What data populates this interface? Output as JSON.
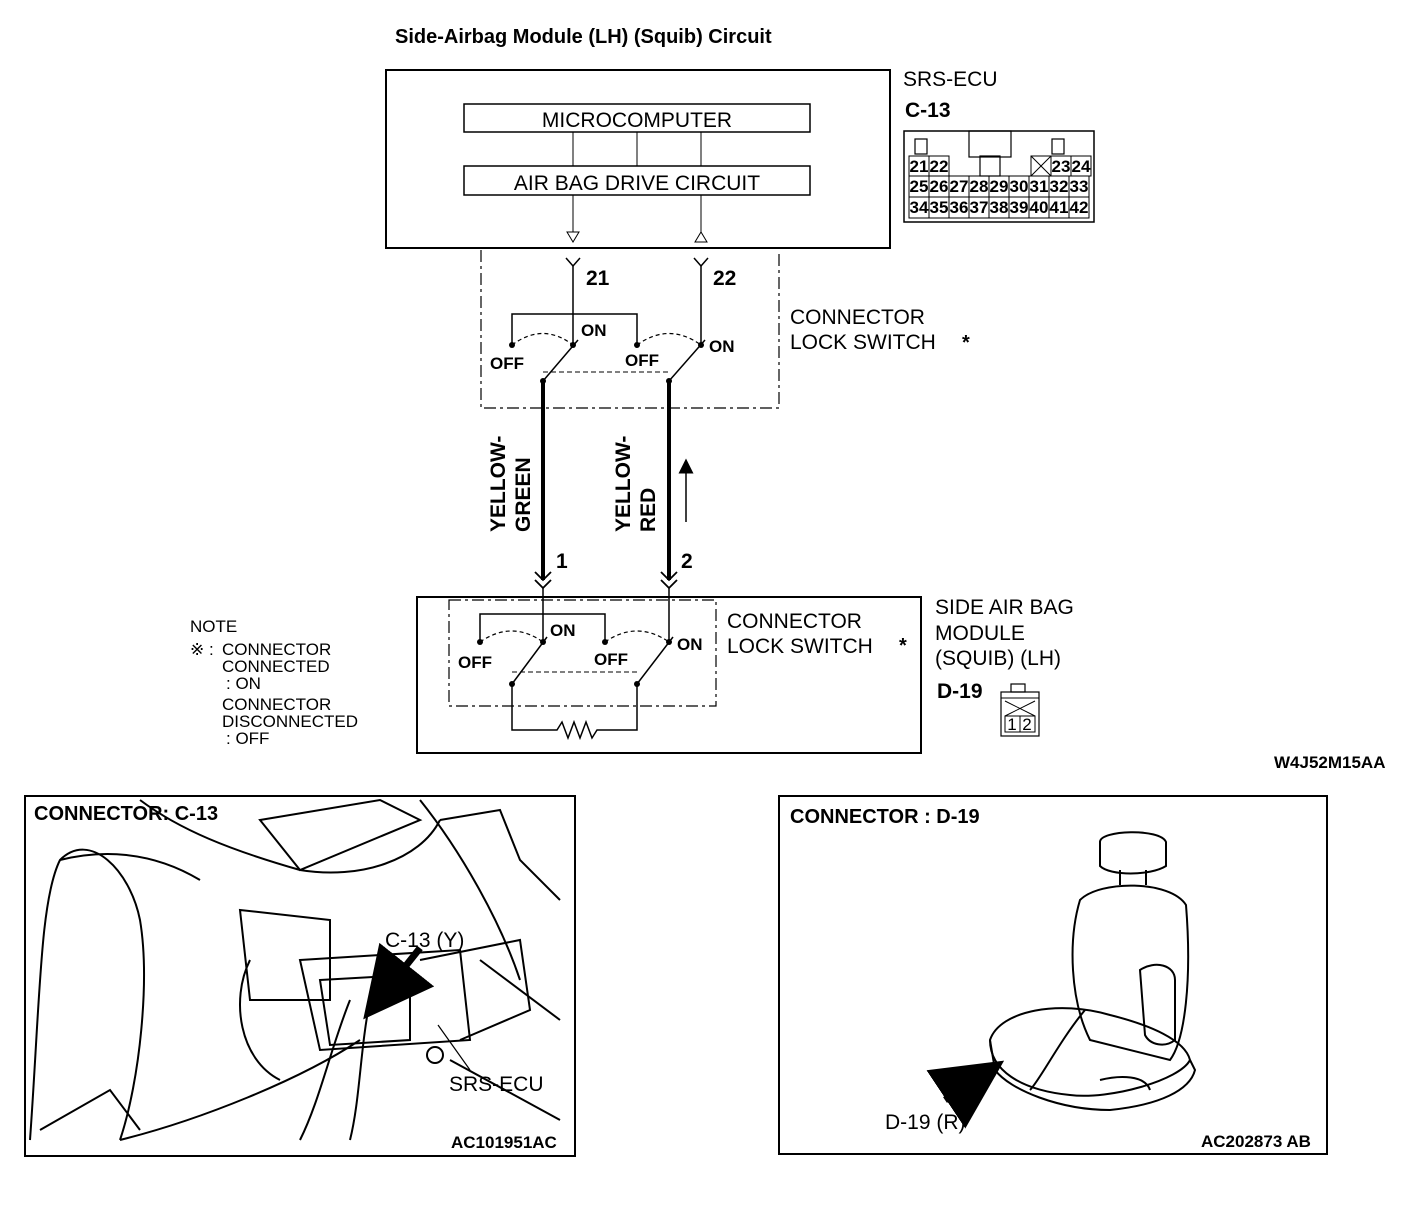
{
  "title": "Side-Airbag Module (LH) (Squib) Circuit",
  "ecu": {
    "name": "SRS-ECU",
    "connector": "C-13",
    "microcomputer": "MICROCOMPUTER",
    "drive_circuit": "AIR BAG DRIVE CIRCUIT",
    "pin_rows": [
      [
        "21",
        "22",
        "",
        "",
        "",
        "",
        "",
        "",
        "23",
        "24"
      ],
      [
        "25",
        "26",
        "27",
        "28",
        "29",
        "30",
        "31",
        "32",
        "33"
      ],
      [
        "34",
        "35",
        "36",
        "37",
        "38",
        "39",
        "40",
        "41",
        "42"
      ]
    ],
    "terminal_a": "21",
    "terminal_b": "22"
  },
  "connector_lock_switch": {
    "line1": "CONNECTOR",
    "line2": "LOCK SWITCH",
    "asterisk": "*",
    "on": "ON",
    "off": "OFF"
  },
  "wires": {
    "wire1_line1": "YELLOW-",
    "wire1_line2": "GREEN",
    "wire2_line1": "YELLOW-",
    "wire2_line2": "RED",
    "pin1": "1",
    "pin2": "2"
  },
  "module": {
    "line1": "SIDE AIR BAG",
    "line2": "MODULE",
    "line3": "(SQUIB) (LH)",
    "connector": "D-19",
    "pins": [
      "1",
      "2"
    ]
  },
  "note": {
    "heading": "NOTE",
    "symbol": "※ :",
    "line1": "CONNECTOR",
    "line2": "CONNECTED",
    "line3": ": ON",
    "line4": "CONNECTOR",
    "line5": "DISCONNECTED",
    "line6": ": OFF"
  },
  "diagram_code": "W4J52M15AA",
  "panel_left": {
    "title": "CONNECTOR: C-13",
    "callout_connector": "C-13 (Y)",
    "callout_ecu": "SRS-ECU",
    "code": "AC101951AC"
  },
  "panel_right": {
    "title": "CONNECTOR : D-19",
    "callout": "D-19 (R)",
    "code": "AC202873 AB"
  }
}
